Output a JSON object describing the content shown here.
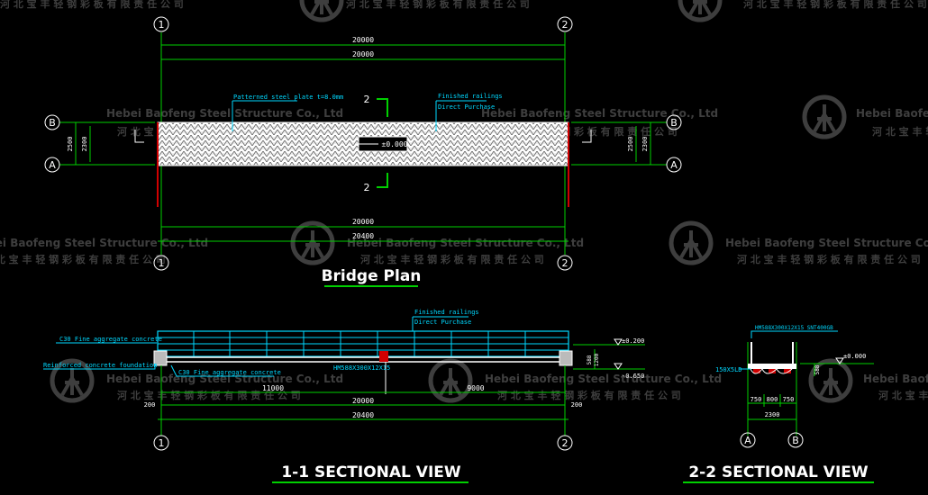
{
  "watermark": {
    "company_en": "Hebei Baofeng Steel Structure Co., Ltd",
    "company_zh": "河北宝丰轻钢彩板有限责任公司",
    "company_zh_spaced": "河 北 宝 丰 轻 钢 彩 板 有 限 责 任 公 司"
  },
  "plan": {
    "title": "Bridge Plan",
    "grid": {
      "g1": "1",
      "g2": "2",
      "gA": "A",
      "gB": "B"
    },
    "dims": {
      "overall_top1": "20000",
      "overall_top2": "20000",
      "overall_bot1": "20000",
      "overall_bot2": "20400",
      "width1": "2500",
      "width2": "2300"
    },
    "section_mark": "2",
    "elevation": "±0.000",
    "notes": {
      "plate": "Patterned steel plate t=8.0mm",
      "railing": "Finished railings",
      "purchase": "Direct Purchase"
    }
  },
  "section11": {
    "title": "1-1  SECTIONAL  VIEW",
    "notes": {
      "c30_top": "C30 Fine aggregate concrete",
      "rc_foundation": "Reinforced concrete foundation",
      "c30_bottom": "C30 Fine aggregate concrete",
      "railing": "Finished railings",
      "purchase": "Direct Purchase",
      "beam": "HM588X300X12X15"
    },
    "dims": {
      "span_left": "11000",
      "span_right": "9000",
      "overall1": "20000",
      "overall2": "20400",
      "end_l": "200",
      "end_r": "200",
      "depth": "588",
      "sub": "1200"
    },
    "elev": {
      "top": "±0.200",
      "bottom": "-0.650"
    }
  },
  "section22": {
    "title": "2-2  SECTIONAL  VIEW",
    "notes": {
      "beam": "HM588X300X12X15 SNT400GB",
      "slab": "150X5LD"
    },
    "elev": "±0.000",
    "dims": {
      "a": "750",
      "b": "800",
      "c": "750",
      "total": "2300",
      "depth": "588"
    }
  }
}
